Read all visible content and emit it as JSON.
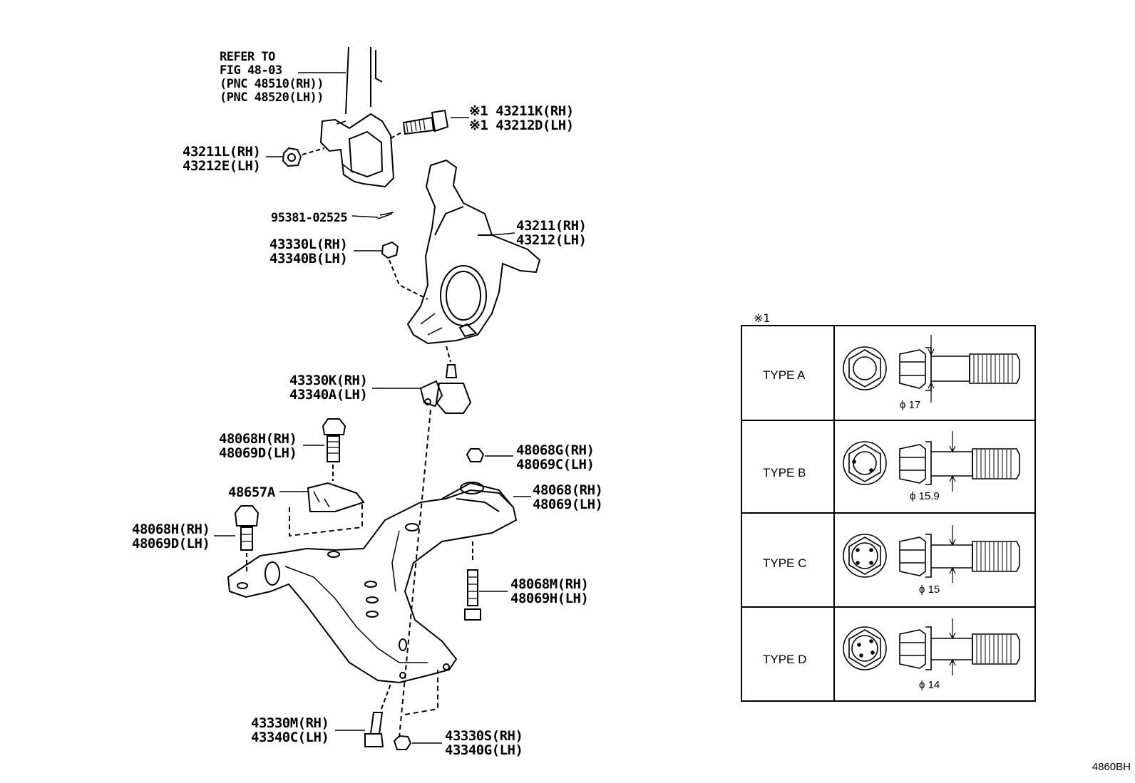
{
  "reference_note": [
    "REFER TO",
    "FIG 48-03",
    "(PNC 48510(RH))",
    "(PNC 48520(LH))"
  ],
  "callouts": {
    "bolt_knuckle_strut": [
      "※1 43211K(RH)",
      "※1 43212D(LH)"
    ],
    "nut_knuckle_strut": [
      "43211L(RH)",
      "43212E(LH)"
    ],
    "cotter_pin": [
      "95381-02525"
    ],
    "nut_ball_joint": [
      "43330L(RH)",
      "43340B(LH)"
    ],
    "steering_knuckle": [
      "43211(RH)",
      "43212(LH)"
    ],
    "ball_joint": [
      "43330K(RH)",
      "43340A(LH)"
    ],
    "bolt_upper_front": [
      "48068H(RH)",
      "48069D(LH)"
    ],
    "nut_rear_bushing": [
      "48068G(RH)",
      "48069C(LH)"
    ],
    "bracket": [
      "48657A"
    ],
    "lower_arm": [
      "48068(RH)",
      "48069(LH)"
    ],
    "bolt_lower_front": [
      "48068H(RH)",
      "48069D(LH)"
    ],
    "bolt_rear_bushing": [
      "48068M(RH)",
      "48069H(LH)"
    ],
    "bolt_ball_joint": [
      "43330M(RH)",
      "43340C(LH)"
    ],
    "nut_ball_joint_lower": [
      "43330S(RH)",
      "43340G(LH)"
    ]
  },
  "type_table": {
    "note": "※1",
    "rows": [
      {
        "type": "TYPE A",
        "diameter": "ϕ 17"
      },
      {
        "type": "TYPE B",
        "diameter": "ϕ 15.9"
      },
      {
        "type": "TYPE C",
        "diameter": "ϕ 15"
      },
      {
        "type": "TYPE D",
        "diameter": "ϕ 14"
      }
    ]
  },
  "figure_code": "4860BH"
}
